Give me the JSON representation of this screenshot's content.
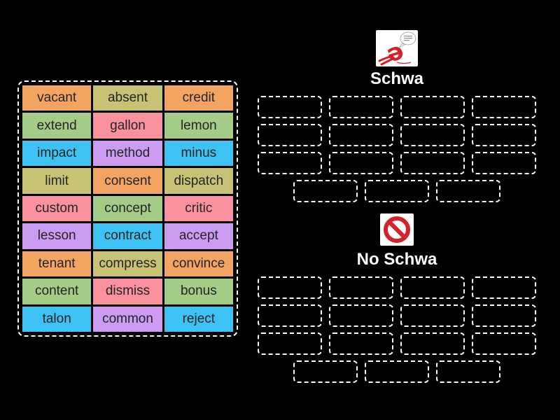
{
  "page": {
    "background_color": "#000000",
    "slot_border_color": "#ffffff",
    "tile_text_color": "#242424"
  },
  "word_bank": {
    "tiles": [
      {
        "label": "vacant",
        "color": "#f4a462"
      },
      {
        "label": "absent",
        "color": "#c8c374"
      },
      {
        "label": "credit",
        "color": "#f4a462"
      },
      {
        "label": "extend",
        "color": "#a4cc87"
      },
      {
        "label": "gallon",
        "color": "#f9919f"
      },
      {
        "label": "lemon",
        "color": "#a4cc87"
      },
      {
        "label": "impact",
        "color": "#3ec1f3"
      },
      {
        "label": "method",
        "color": "#cb9cf2"
      },
      {
        "label": "minus",
        "color": "#3ec1f3"
      },
      {
        "label": "limit",
        "color": "#c8c374"
      },
      {
        "label": "consent",
        "color": "#f4a462"
      },
      {
        "label": "dispatch",
        "color": "#c8c374"
      },
      {
        "label": "custom",
        "color": "#f9919f"
      },
      {
        "label": "concept",
        "color": "#a4cc87"
      },
      {
        "label": "critic",
        "color": "#f9919f"
      },
      {
        "label": "lesson",
        "color": "#cb9cf2"
      },
      {
        "label": "contract",
        "color": "#3ec1f3"
      },
      {
        "label": "accept",
        "color": "#cb9cf2"
      },
      {
        "label": "tenant",
        "color": "#f4a462"
      },
      {
        "label": "compress",
        "color": "#c8c374"
      },
      {
        "label": "convince",
        "color": "#f4a462"
      },
      {
        "label": "content",
        "color": "#a4cc87"
      },
      {
        "label": "dismiss",
        "color": "#f9919f"
      },
      {
        "label": "bonus",
        "color": "#a4cc87"
      },
      {
        "label": "talon",
        "color": "#3ec1f3"
      },
      {
        "label": "common",
        "color": "#cb9cf2"
      },
      {
        "label": "reject",
        "color": "#3ec1f3"
      }
    ]
  },
  "groups": [
    {
      "title": "Schwa",
      "icon": "schwa-character-icon",
      "slot_rows": [
        4,
        4,
        4,
        3
      ]
    },
    {
      "title": "No Schwa",
      "icon": "no-symbol-icon",
      "slot_rows": [
        4,
        4,
        4,
        3
      ]
    }
  ]
}
